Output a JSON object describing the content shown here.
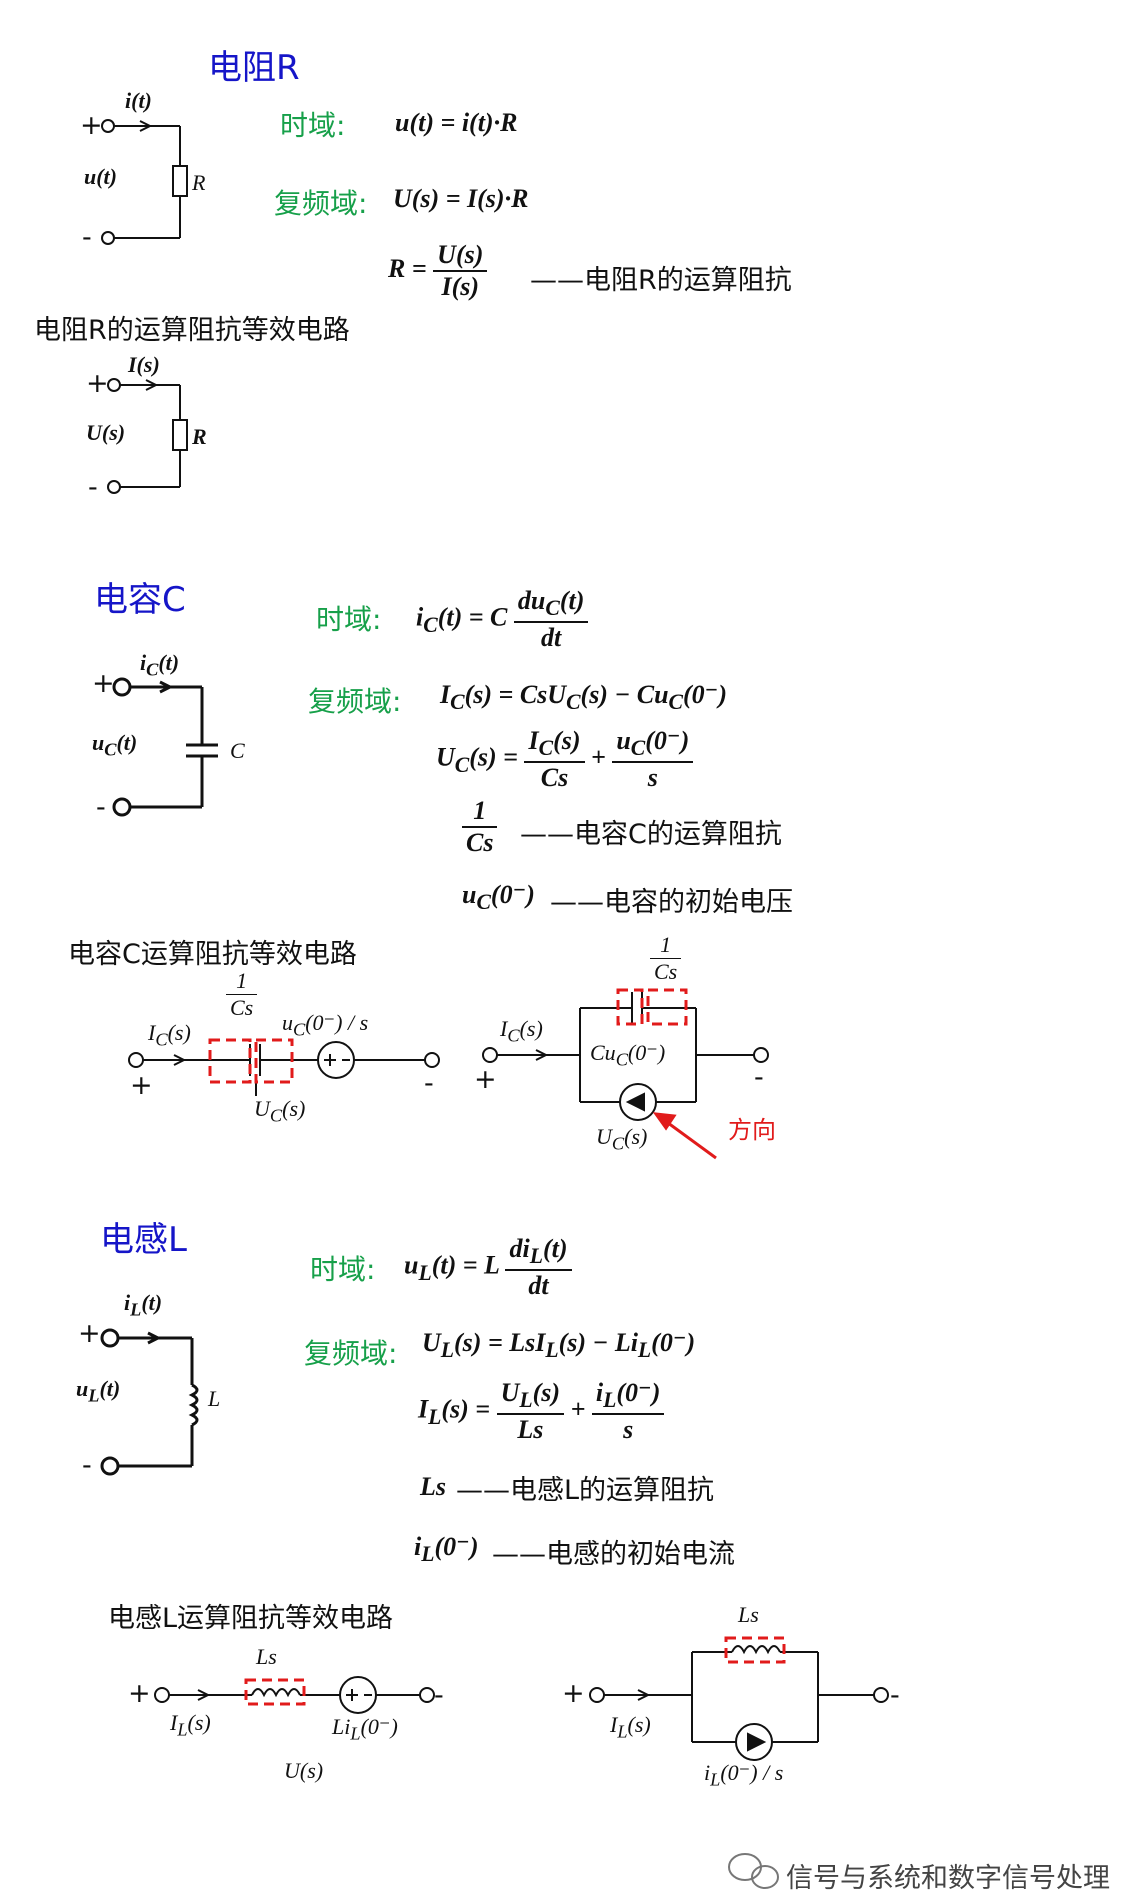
{
  "resistor": {
    "title": "电阻R",
    "time_domain": "时域:",
    "freq_domain": "复频域:",
    "eq_time": "u(t) = i(t)·R",
    "eq_freq": "U(s) = I(s)·R",
    "impedance_lhs": "R =",
    "impedance_num": "U(s)",
    "impedance_den": "I(s)",
    "impedance_note": "——电阻R的运算阻抗",
    "equiv_title": "电阻R的运算阻抗等效电路",
    "circ_i": "i(t)",
    "circ_u": "u(t)",
    "circ_R": "R",
    "eq_I": "I(s)",
    "eq_U": "U(s)",
    "eq_R": "R",
    "plus": "+",
    "minus": "-"
  },
  "capacitor": {
    "title": "电容C",
    "time_domain": "时域:",
    "freq_domain": "复频域:",
    "eq_time_lhs": "i",
    "eq_time_sub": "C",
    "eq_time_mid": "(t) = C",
    "eq_time_num": "du",
    "eq_time_num_sub": "C",
    "eq_time_num_tail": "(t)",
    "eq_time_den": "dt",
    "eq_freq1": "I",
    "eq_freq1_text": "(s) = CsU",
    "eq_freq1_tail": "(s) − Cu",
    "eq_freq1_end": "(0⁻)",
    "eq_freq2_lhs": "(s) =",
    "eq_freq2_num1": "(s)",
    "eq_freq2_den1": "Cs",
    "eq_freq2_num2": "(0⁻)",
    "eq_freq2_den2": "s",
    "imp_num": "1",
    "imp_den": "Cs",
    "imp_note": "——电容C的运算阻抗",
    "init_lhs": "(0⁻)",
    "init_note": "——电容的初始电压",
    "circ_i": "(t)",
    "circ_u": "(t)",
    "circ_C": "C",
    "equiv_title": "电容C运算阻抗等效电路",
    "s_I": "(s)",
    "s_frac_num": "1",
    "s_frac_den": "Cs",
    "s_src": "(0⁻) / s",
    "s_U": "(s)",
    "p_I": "(s)",
    "p_frac_num": "1",
    "p_frac_den": "Cs",
    "p_src": "(0⁻)",
    "p_U": "(s)",
    "direction": "方向",
    "sub": "C",
    "plus": "+",
    "minus": "-"
  },
  "inductor": {
    "title": "电感L",
    "time_domain": "时域:",
    "freq_domain": "复频域:",
    "eq_time_mid": "(t) = L",
    "eq_time_num": "di",
    "eq_time_num_tail": "(t)",
    "eq_time_den": "dt",
    "eq_freq1_text": "(s) = LsI",
    "eq_freq1_tail": "(s) − Li",
    "eq_freq1_end": "(0⁻)",
    "eq_freq2_lhs": "(s) =",
    "eq_freq2_num1": "(s)",
    "eq_freq2_den1": "Ls",
    "eq_freq2_num2": "(0⁻)",
    "eq_freq2_den2": "s",
    "imp_lhs": "Ls",
    "imp_note": "——电感L的运算阻抗",
    "init_lhs": "(0⁻)",
    "init_note": "——电感的初始电流",
    "circ_i": "(t)",
    "circ_u": "(t)",
    "circ_L": "L",
    "equiv_title": "电感L运算阻抗等效电路",
    "s_Ls": "Ls",
    "s_I": "(s)",
    "s_src": "(0⁻)",
    "s_U": "U(s)",
    "p_Ls": "Ls",
    "p_I": "(s)",
    "p_src": "(0⁻) / s",
    "sub": "L",
    "plus": "+",
    "minus": "-"
  },
  "watermark": "信号与系统和数字信号处理",
  "colors": {
    "title": "#1515c8",
    "label": "#17a04a",
    "highlight": "#e11b1b"
  }
}
